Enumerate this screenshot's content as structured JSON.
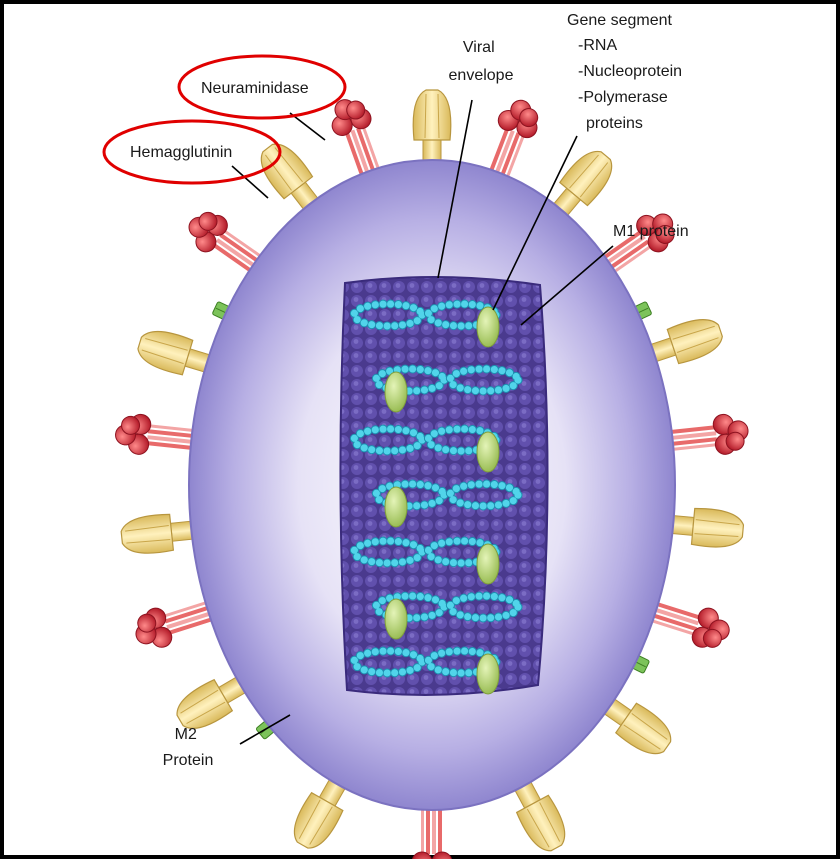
{
  "labels": {
    "neuraminidase": "Neuraminidase",
    "hemagglutinin": "Hemagglutinin",
    "viral_envelope": [
      "Viral",
      "envelope"
    ],
    "gene_segment": [
      "Gene segment",
      "-RNA",
      "-Nucleoprotein",
      "-Polymerase",
      "proteins"
    ],
    "m1_protein": "M1 protein",
    "m2_protein": [
      "M2",
      "Protein"
    ]
  },
  "colors": {
    "highlight_ellipse": "#e00000",
    "envelope_outer": "#9e96d9",
    "envelope_inner": "#ffffff",
    "core": "#4b3b94",
    "rna_beads": "#3ec4da",
    "nucleoprotein": "#b9d873",
    "neuraminidase": "#d62a3a",
    "hemagglutinin": "#f2d98a",
    "m2": "#5aa43a"
  }
}
